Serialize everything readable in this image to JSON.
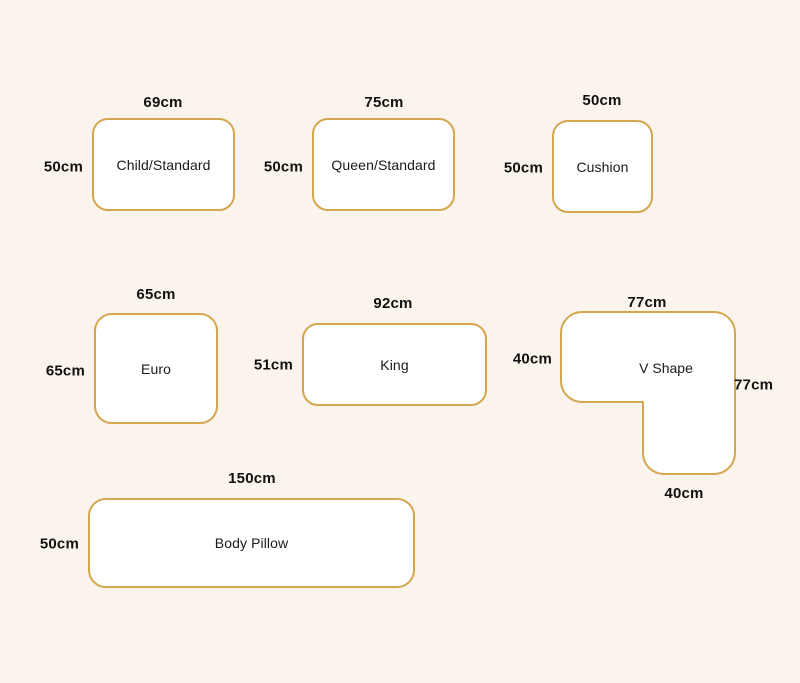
{
  "page": {
    "background_color": "#faf4ec",
    "shape_fill_color": "#ffffff",
    "shape_border_color": "#d4a64f",
    "text_color": "#1a1a1a",
    "unit": "cm"
  },
  "pillows": [
    {
      "name": "Child/Standard",
      "width_label": "69cm",
      "height_label": "50cm",
      "width_cm": 69,
      "height_cm": 50
    },
    {
      "name": "Queen/Standard",
      "width_label": "75cm",
      "height_label": "50cm",
      "width_cm": 75,
      "height_cm": 50
    },
    {
      "name": "Cushion",
      "width_label": "50cm",
      "height_label": "50cm",
      "width_cm": 50,
      "height_cm": 50
    },
    {
      "name": "Euro",
      "width_label": "65cm",
      "height_label": "65cm",
      "width_cm": 65,
      "height_cm": 65
    },
    {
      "name": "King",
      "width_label": "92cm",
      "height_label": "51cm",
      "width_cm": 92,
      "height_cm": 51
    },
    {
      "name": "V Shape",
      "top_label": "77cm",
      "left_label": "40cm",
      "right_label": "77cm",
      "bottom_label": "40cm",
      "top_cm": 77,
      "left_cm": 40,
      "right_cm": 77,
      "bottom_cm": 40
    },
    {
      "name": "Body Pillow",
      "width_label": "150cm",
      "height_label": "50cm",
      "width_cm": 150,
      "height_cm": 50
    }
  ]
}
